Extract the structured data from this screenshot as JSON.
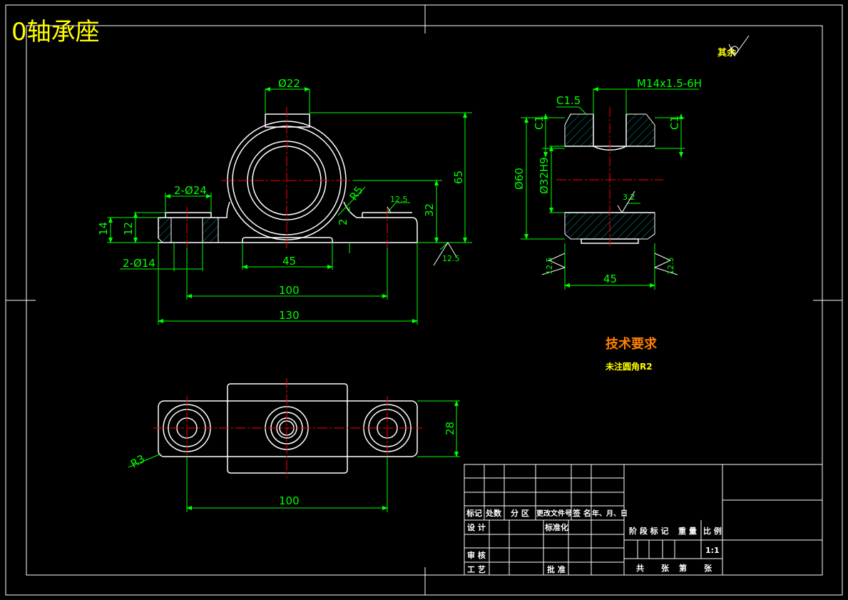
{
  "title": "0轴承座",
  "surface_note": "其余",
  "tech_requirements": {
    "heading": "技术要求",
    "note": "未注圆角R2"
  },
  "colors": {
    "background": "#000000",
    "outline": "#ffffff",
    "dimension": "#00ff00",
    "centerline": "#ff0000",
    "hatch": "#008080",
    "title_text": "#ffff00",
    "heading_text": "#ff8000"
  },
  "front_view": {
    "dims": {
      "top_dia": "Ø22",
      "hole_pair": "2-Ø24",
      "bolt_hole_pair": "2-Ø14",
      "height_total": "65",
      "center_height": "32",
      "fillet": "R5",
      "base_thk_14": "14",
      "base_thk_12": "12",
      "step_2": "2",
      "foot_width": "45",
      "hole_spacing": "100",
      "overall_length": "130",
      "roughness_top": "12.5",
      "roughness_right": "12.5"
    }
  },
  "side_view": {
    "dims": {
      "chamfer_top": "C1.5",
      "thread": "M14x1.5-6H",
      "chamfer_left": "C1",
      "chamfer_right": "C1",
      "outer_dia": "Ø60",
      "bore": "Ø32H9",
      "roughness_bore": "3.2",
      "width": "45",
      "roughness_left": "12.5",
      "roughness_right": "12.5"
    }
  },
  "top_view": {
    "dims": {
      "corner_radius": "R3",
      "depth": "28",
      "hole_spacing": "100"
    }
  },
  "title_block": {
    "rev_headers": [
      "标记",
      "处数",
      "分 区",
      "更改文件号",
      "签 名",
      "年、月、日"
    ],
    "design": "设 计",
    "standardize": "标准化",
    "review": "审 核",
    "process": "工 艺",
    "approve": "批 准",
    "stage_marks": "阶 段 标 记",
    "weight": "重 量",
    "scale_label": "比 例",
    "scale_value": "1:1",
    "sheets_total": "共",
    "sheets_unit1": "张",
    "sheet_no": "第",
    "sheets_unit2": "张"
  }
}
